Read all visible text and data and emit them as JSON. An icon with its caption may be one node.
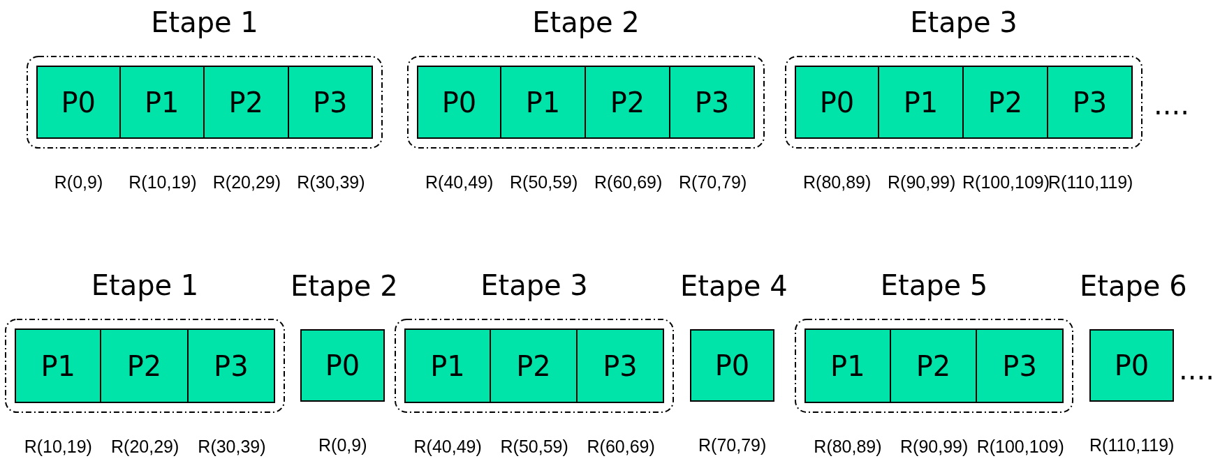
{
  "diagram": {
    "nodes": [
      {
        "text": [
          "Etape 1"
        ]
      },
      {
        "text": [
          "P0"
        ],
        "in": 0,
        "beside": [
          "R(0,9)"
        ]
      },
      {
        "text": [
          "P1"
        ],
        "in": 0,
        "beside": [
          "R(10,19)"
        ]
      },
      {
        "text": [
          "P2"
        ],
        "in": 0,
        "beside": [
          "R(20,29)"
        ]
      },
      {
        "text": [
          "P3"
        ],
        "in": 0,
        "beside": [
          "R(30,39)"
        ]
      },
      {
        "text": [
          "Etape 2"
        ]
      },
      {
        "text": [
          "P0"
        ],
        "in": 5,
        "beside": [
          "R(40,49)"
        ]
      },
      {
        "text": [
          "P1"
        ],
        "in": 5,
        "beside": [
          "R(50,59)"
        ]
      },
      {
        "text": [
          "P2"
        ],
        "in": 5,
        "beside": [
          "R(60,69)"
        ]
      },
      {
        "text": [
          "P3"
        ],
        "in": 5,
        "beside": [
          "R(70,79)"
        ]
      },
      {
        "text": [
          "Etape 3"
        ]
      },
      {
        "text": [
          "P0"
        ],
        "in": 10,
        "beside": [
          "R(80,89)"
        ]
      },
      {
        "text": [
          "P1"
        ],
        "in": 10,
        "beside": [
          "R(90,99)"
        ]
      },
      {
        "text": [
          "P2"
        ],
        "in": 10,
        "beside": [
          "R(100,109)"
        ]
      },
      {
        "text": [
          "P3"
        ],
        "in": 10,
        "beside": [
          "R(110,119)"
        ]
      },
      {
        "text": [
          "Etape 1"
        ]
      },
      {
        "text": [
          "P1"
        ],
        "in": 15,
        "beside": [
          "R(10,19)"
        ]
      },
      {
        "text": [
          "P2"
        ],
        "in": 15,
        "beside": [
          "R(20,29)"
        ]
      },
      {
        "text": [
          "P3"
        ],
        "in": 15,
        "beside": [
          "R(30,39)"
        ]
      },
      {
        "text": [
          "Etape 2",
          "P0"
        ],
        "beside": [
          "R(0,9)"
        ]
      },
      {
        "text": [
          "Etape 3"
        ]
      },
      {
        "text": [
          "P1"
        ],
        "in": 20,
        "beside": [
          "R(40,49)"
        ]
      },
      {
        "text": [
          "P2"
        ],
        "in": 20,
        "beside": [
          "R(50,59)"
        ]
      },
      {
        "text": [
          "P3"
        ],
        "in": 20,
        "beside": [
          "R(60,69)"
        ]
      },
      {
        "text": [
          "Etape 4",
          "P0"
        ],
        "beside": [
          "R(70,79)"
        ]
      },
      {
        "text": [
          "Etape 5"
        ]
      },
      {
        "text": [
          "P1"
        ],
        "in": 25,
        "beside": [
          "R(80,89)"
        ]
      },
      {
        "text": [
          "P2"
        ],
        "in": 25,
        "beside": [
          "R(90,99)"
        ]
      },
      {
        "text": [
          "P3"
        ],
        "in": 25,
        "beside": [
          "R(100,109)"
        ]
      },
      {
        "text": [
          "Etape 6",
          "P0"
        ],
        "beside": [
          "R(110,119)"
        ]
      }
    ],
    "edges": [],
    "labels": [
      "....",
      "...."
    ]
  }
}
